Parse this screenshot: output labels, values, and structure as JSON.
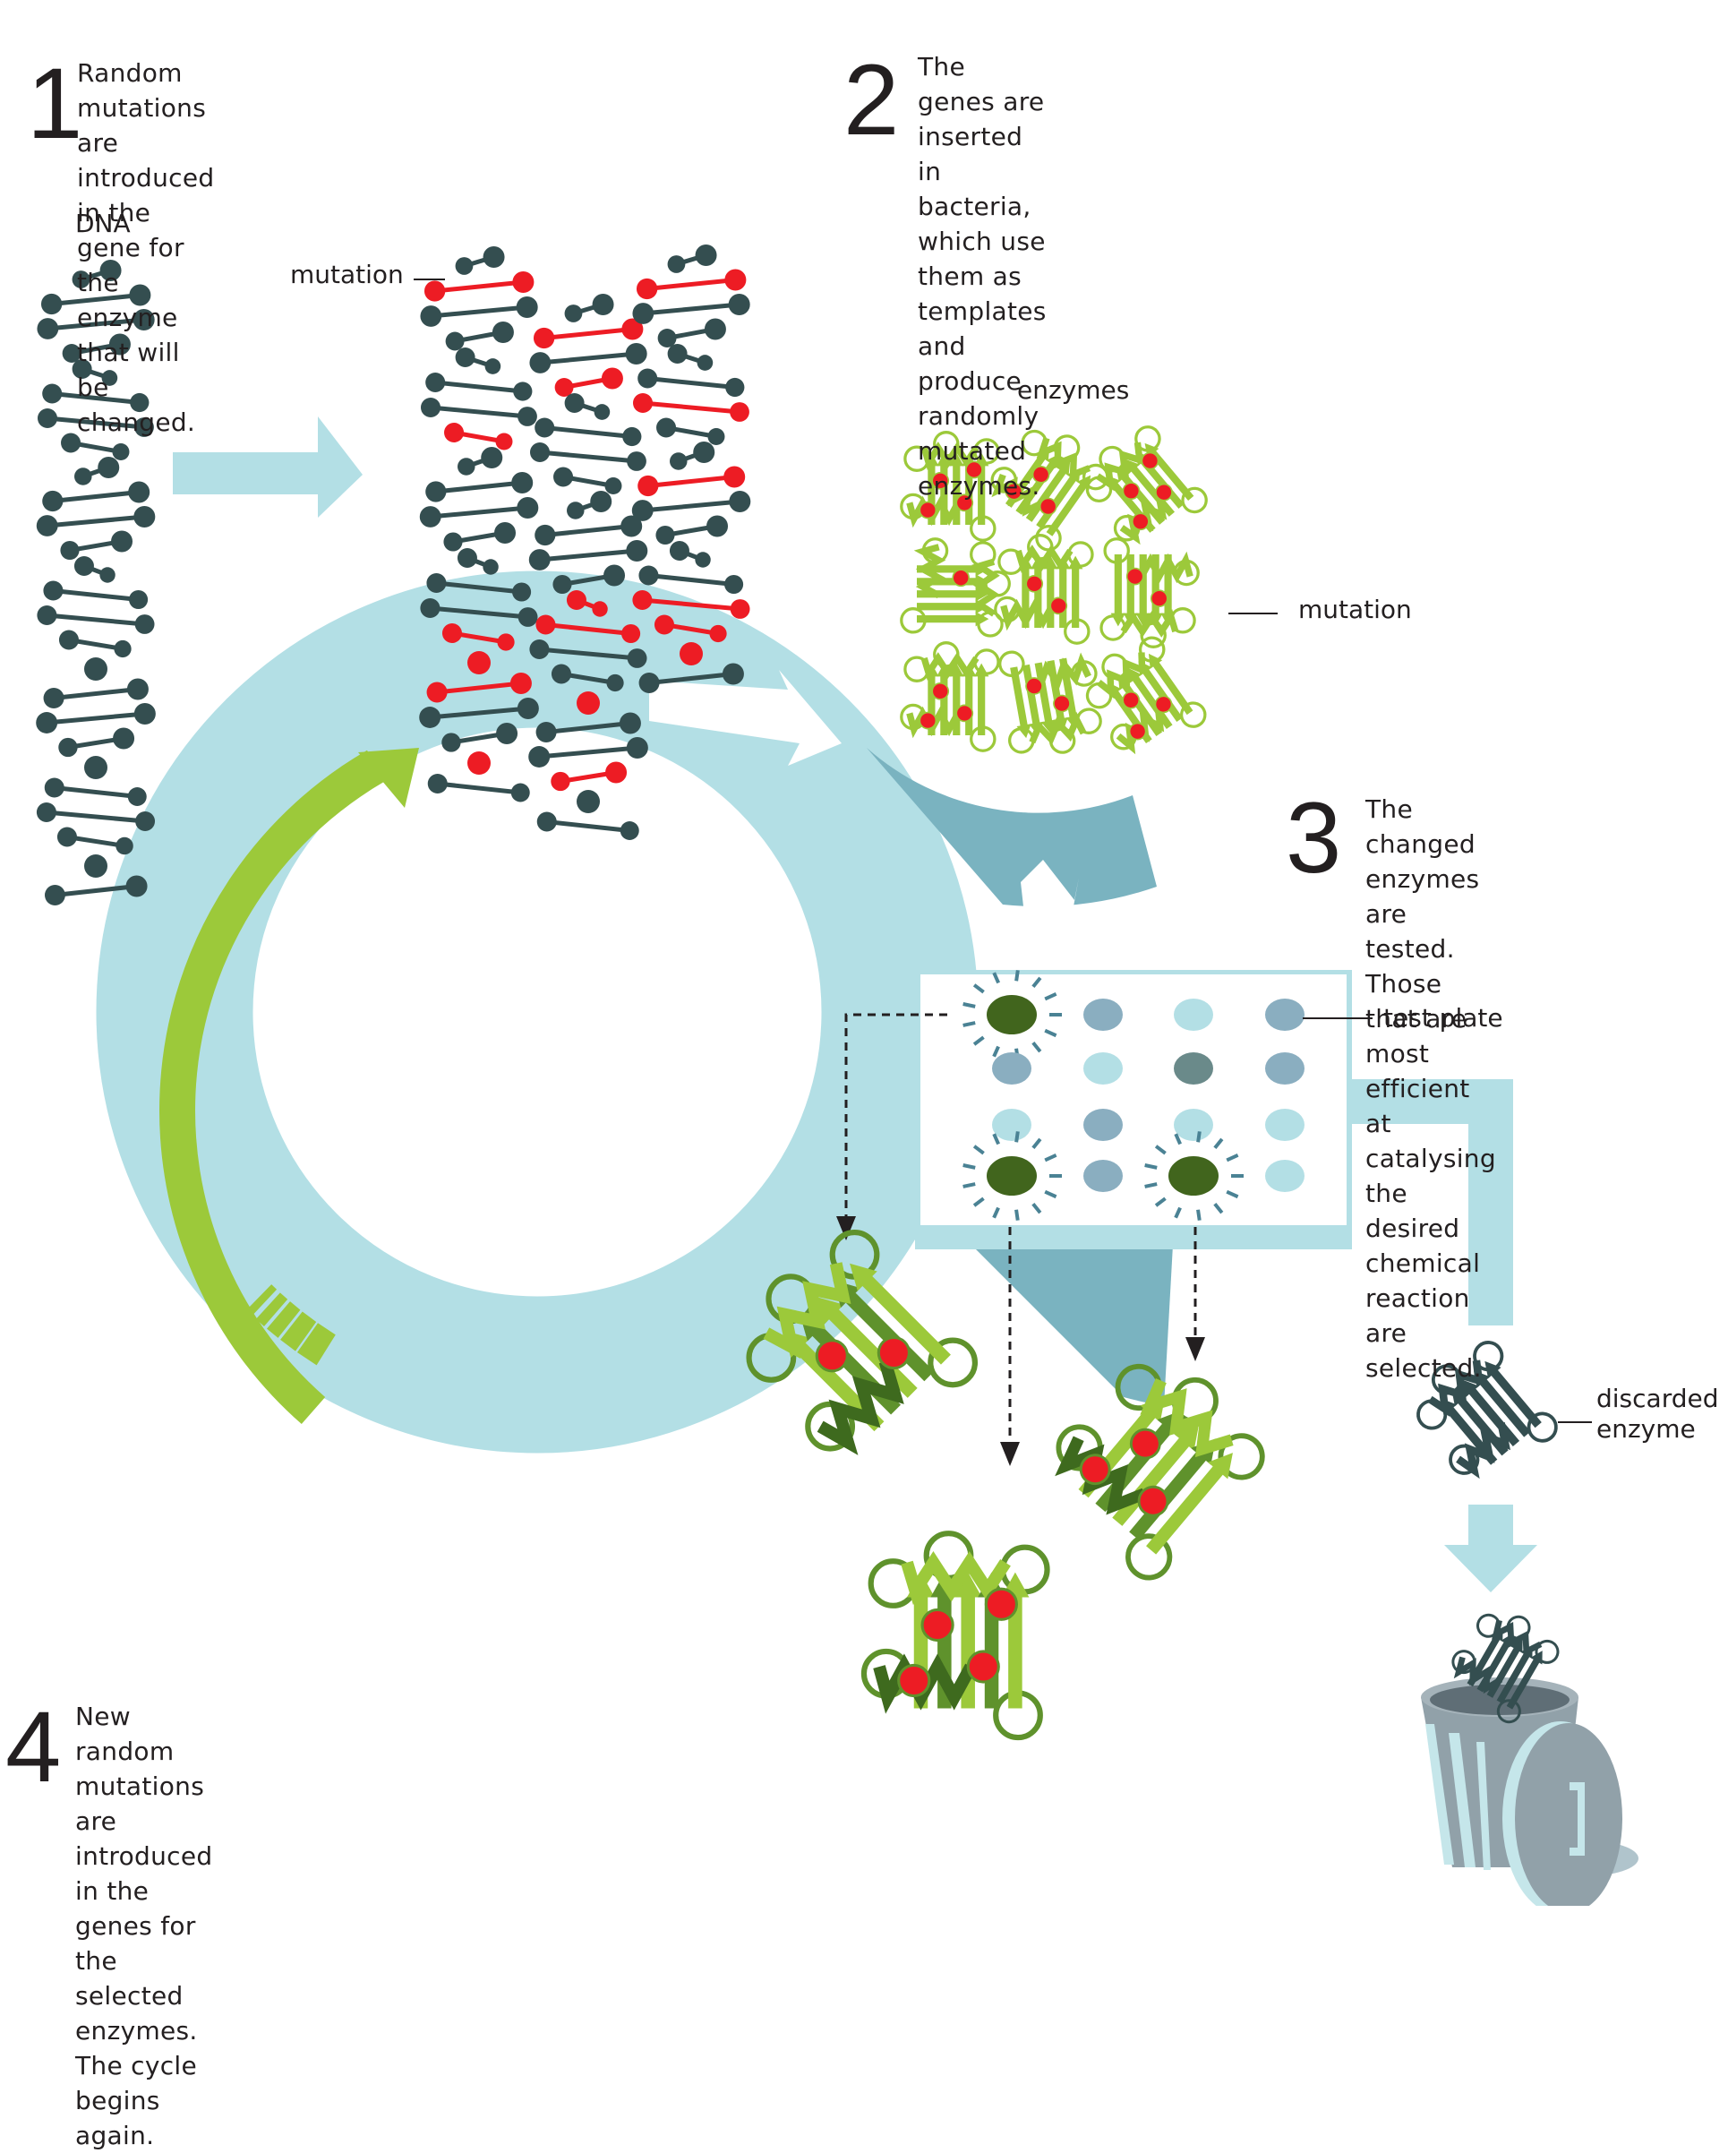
{
  "title": "Directed evolution of enzymes",
  "colors": {
    "cycle": "#b3dfe5",
    "cycle_shadow": "#7ab3c0",
    "dna": "#344e50",
    "mutation": "#ed1c24",
    "enzyme_light": "#9cc93a",
    "enzyme_mid": "#5f922c",
    "enzyme_dark": "#3e6a1e",
    "well_blue": "#8aaec0",
    "well_pale": "#b3dfe5",
    "well_slate": "#6a8a8a",
    "well_hit": "#41651d",
    "discarded": "#344e50",
    "bin": "#91a1a9"
  },
  "steps": [
    {
      "number": "1",
      "text": "Random mutations are\nintroduced in the gene for the\nenzyme that will be changed."
    },
    {
      "number": "2",
      "text": "The genes are inserted\nin bacteria, which use\nthem as templates and\nproduce randomly\nmutated enzymes."
    },
    {
      "number": "3",
      "text": "The changed enzymes are\ntested. Those that are\nmost efficient at catalysing\nthe desired chemical\nreaction are selected."
    },
    {
      "number": "4",
      "text": "New random mutations are\nintroduced in the genes for the\nselected enzymes. The cycle\nbegins again."
    }
  ],
  "labels": {
    "dna": "DNA",
    "mutation_dna": "mutation",
    "enzymes": "enzymes",
    "mutation_enzyme": "mutation",
    "test_plate": "test plate",
    "discarded_enzyme": "discarded\nenzyme"
  },
  "dna": {
    "original_pairs": 26,
    "mutated_strands": [
      {
        "pairs": 22,
        "mutated_pairs": [
          1,
          7,
          15,
          16,
          17,
          20
        ]
      },
      {
        "pairs": 22,
        "mutated_pairs": [
          1,
          3,
          12,
          13,
          16,
          19
        ]
      },
      {
        "pairs": 18,
        "mutated_pairs": [
          1,
          6,
          9,
          14,
          15,
          16
        ]
      }
    ]
  },
  "enzyme_grid": {
    "rows": 3,
    "cols": 3,
    "mutations_per_enzyme": [
      4,
      3,
      4,
      1,
      2,
      2,
      3,
      2,
      3
    ]
  },
  "test_plate": {
    "rows": 4,
    "cols": 4,
    "wells": [
      [
        "hit",
        "blue",
        "pale",
        "blue"
      ],
      [
        "blue",
        "pale",
        "slate",
        "blue"
      ],
      [
        "pale",
        "blue",
        "pale",
        "pale"
      ],
      [
        "hit",
        "blue",
        "hit",
        "pale"
      ]
    ],
    "selected_count": 3
  },
  "selected_enzymes": [
    {
      "mutations": 2
    },
    {
      "mutations": 4
    },
    {
      "mutations": 3
    }
  ]
}
